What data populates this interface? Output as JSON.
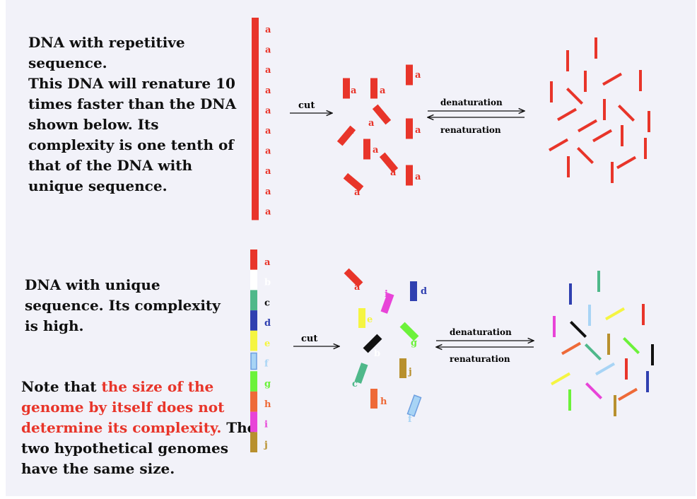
{
  "top_description": "DNA with repetitive sequence.\nThis DNA will renature 10 times faster than the DNA shown below. Its complexity is one tenth of that of the DNA with unique sequence.",
  "bottom_description": "DNA with unique sequence. Its complexity is high.",
  "note": {
    "prefix": "Note that ",
    "highlight": "the size of the genome by itself does not determine its complexity.",
    "suffix": " The two hypothetical genomes have the same size."
  },
  "arrows": {
    "cut_top": "cut",
    "cut_bottom": "cut",
    "denaturation_top": "denaturation",
    "renaturation_top": "renaturation",
    "denaturation_bottom": "denaturation",
    "renaturation_bottom": "renaturation"
  },
  "repeat_label": "a",
  "unique_segments": [
    {
      "label": "a",
      "color": "#e8352a"
    },
    {
      "label": "b",
      "color": "#ffffff"
    },
    {
      "label": "c",
      "color": "#4fb88a"
    },
    {
      "label": "d",
      "color": "#3040b0"
    },
    {
      "label": "e",
      "color": "#f5f542"
    },
    {
      "label": "f",
      "color": "#a8d4f5"
    },
    {
      "label": "g",
      "color": "#6cf23a"
    },
    {
      "label": "h",
      "color": "#ee6a38"
    },
    {
      "label": "i",
      "color": "#e844d8"
    },
    {
      "label": "j",
      "color": "#b8902e"
    }
  ],
  "colors": {
    "repeat_red": "#e8352a",
    "panel_bg": "#f2f2f9",
    "highlight": "#e8352a"
  }
}
